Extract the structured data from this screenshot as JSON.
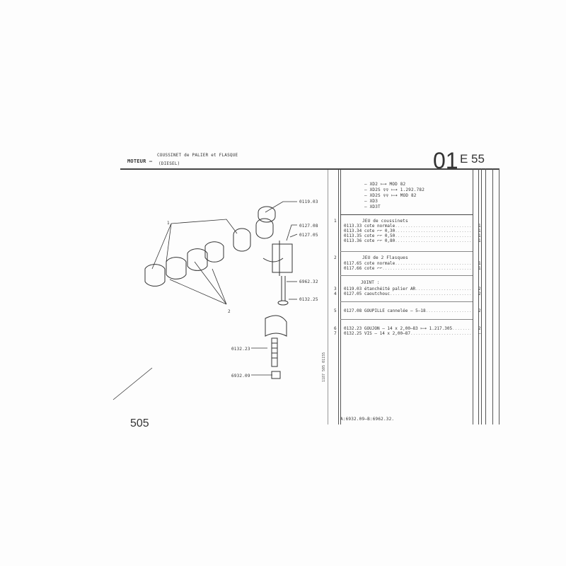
{
  "header": {
    "section": "MOTEUR –",
    "title_line1": "COUSSINET de PALIER et FLASQUE",
    "title_line2": "(DIESEL)",
    "group_code": "01",
    "sub_code": "E 55"
  },
  "applicability": [
    "– XD2 ⟼ MOD 82",
    "– XD2S ♀♀ ⟼ 1.292.782",
    "– XD2S ♀♀ ⟼ MOD 82",
    "– XD3",
    "– XD3T"
  ],
  "parts": [
    {
      "num": "1",
      "heading": "JEU de coussinets"
    },
    {
      "ref": "0113.33",
      "desc": "cote normale",
      "qty": "1"
    },
    {
      "ref": "0113.34",
      "desc": "cote ⌐⌐ 0,30",
      "qty": "1"
    },
    {
      "ref": "0113.35",
      "desc": "cote ⌐⌐ 0,50",
      "qty": "1"
    },
    {
      "ref": "0113.36",
      "desc": "cote ⌐⌐ 0,80",
      "qty": "1"
    },
    {
      "num": "2",
      "heading": "JEU de 2 Flasques"
    },
    {
      "ref": "0117.65",
      "desc": "cote normale",
      "qty": "1"
    },
    {
      "ref": "0117.66",
      "desc": "cote ⌐⌐",
      "qty": "1"
    },
    {
      "heading": "JOINT :"
    },
    {
      "num": "3",
      "ref": "0119.03",
      "desc": "étanchéité palier AR",
      "qty": "2"
    },
    {
      "num": "4",
      "ref": "0127.05",
      "desc": "caoutchouc",
      "qty": "2"
    },
    {
      "num": "5",
      "ref": "0127.08",
      "desc": "GOUPILLE cannelée – 5–18",
      "qty": "2"
    },
    {
      "num": "6",
      "ref": "0132.23",
      "desc": "GOUJON – 14 x 2,00–83 ⟼ 1.217.305",
      "qty": "2"
    },
    {
      "num": "7",
      "ref": "0132.25",
      "desc": "VIS – 14 x 2,00–87",
      "qty": "–"
    }
  ],
  "footnote": "A:6932.09–B:6962.32.",
  "diagram_labels": {
    "l1": "0119.03",
    "l2": "0127.08",
    "l3": "0127.05",
    "l4": "6962.32",
    "l5": "0132.25",
    "l6": "0132.23",
    "l7": "6932.09",
    "n1": "1",
    "n2": "2"
  },
  "side_ref": "1187 505 01155",
  "page_number": "505"
}
